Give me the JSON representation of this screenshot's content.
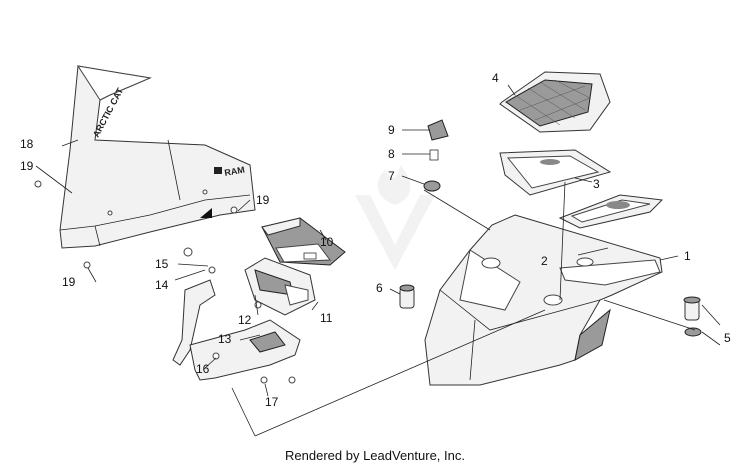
{
  "footer": {
    "text": "Rendered by LeadVenture, Inc."
  },
  "brand": {
    "windshield_logo": "ARCTIC CAT",
    "windshield_badge": "RAM"
  },
  "callouts": {
    "c1": "1",
    "c2": "2",
    "c3": "3",
    "c4": "4",
    "c5": "5",
    "c6": "6",
    "c7": "7",
    "c8": "8",
    "c9": "9",
    "c10": "10",
    "c11": "11",
    "c12": "12",
    "c13": "13",
    "c14": "14",
    "c15": "15",
    "c16": "16",
    "c17": "17",
    "c18": "18",
    "c19a": "19",
    "c19b": "19",
    "c19c": "19"
  }
}
